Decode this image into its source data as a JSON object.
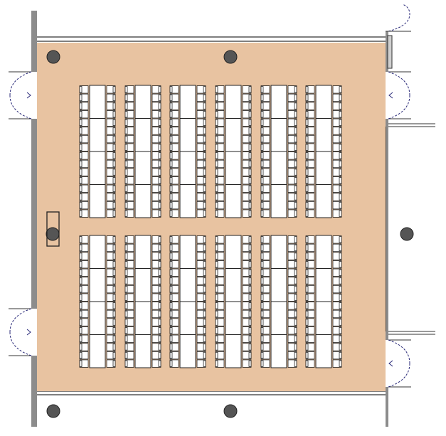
{
  "colors": {
    "background": "#ffffff",
    "floor": "#e8c3a1",
    "wall": "#8c8c8c",
    "wall_line": "#333333",
    "table": "#ffffff",
    "chair": "#ffffff",
    "line": "#222222",
    "door_swing": "#2b2b7a",
    "column": "#555555"
  },
  "seating": {
    "blocks": 2,
    "table_columns_per_block": 6,
    "tables_per_column": 4,
    "chairs_per_table_side": 4
  },
  "icons": {
    "column": "column-icon",
    "door": "door-icon",
    "chair": "chair-icon"
  }
}
